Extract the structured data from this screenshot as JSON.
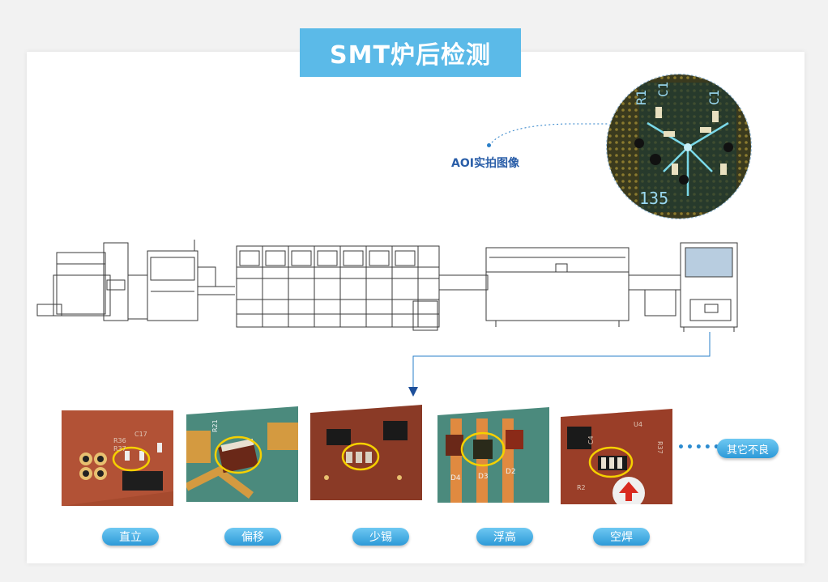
{
  "title": "SMT炉后检测",
  "aoi_label": "AOI实拍图像",
  "circle_silk": [
    "R1",
    "C1",
    "C1",
    "135"
  ],
  "defects": [
    {
      "label": "直立",
      "silk": [
        "C17",
        "R36",
        "R37"
      ]
    },
    {
      "label": "偏移",
      "silk": [
        "R21"
      ]
    },
    {
      "label": "少锡",
      "silk": []
    },
    {
      "label": "浮高",
      "silk": [
        "D4",
        "D3",
        "D2"
      ]
    },
    {
      "label": "空焊",
      "silk": [
        "U4",
        "R37",
        "C4",
        "R2"
      ]
    }
  ],
  "other_label": "其它不良",
  "dots": "••••••",
  "colors": {
    "accent": "#5bbae8",
    "pill": "#2d9ad8",
    "line": "#2a7fc8",
    "pcb": "#a0432a",
    "pcb_green": "#4b8a7d"
  }
}
